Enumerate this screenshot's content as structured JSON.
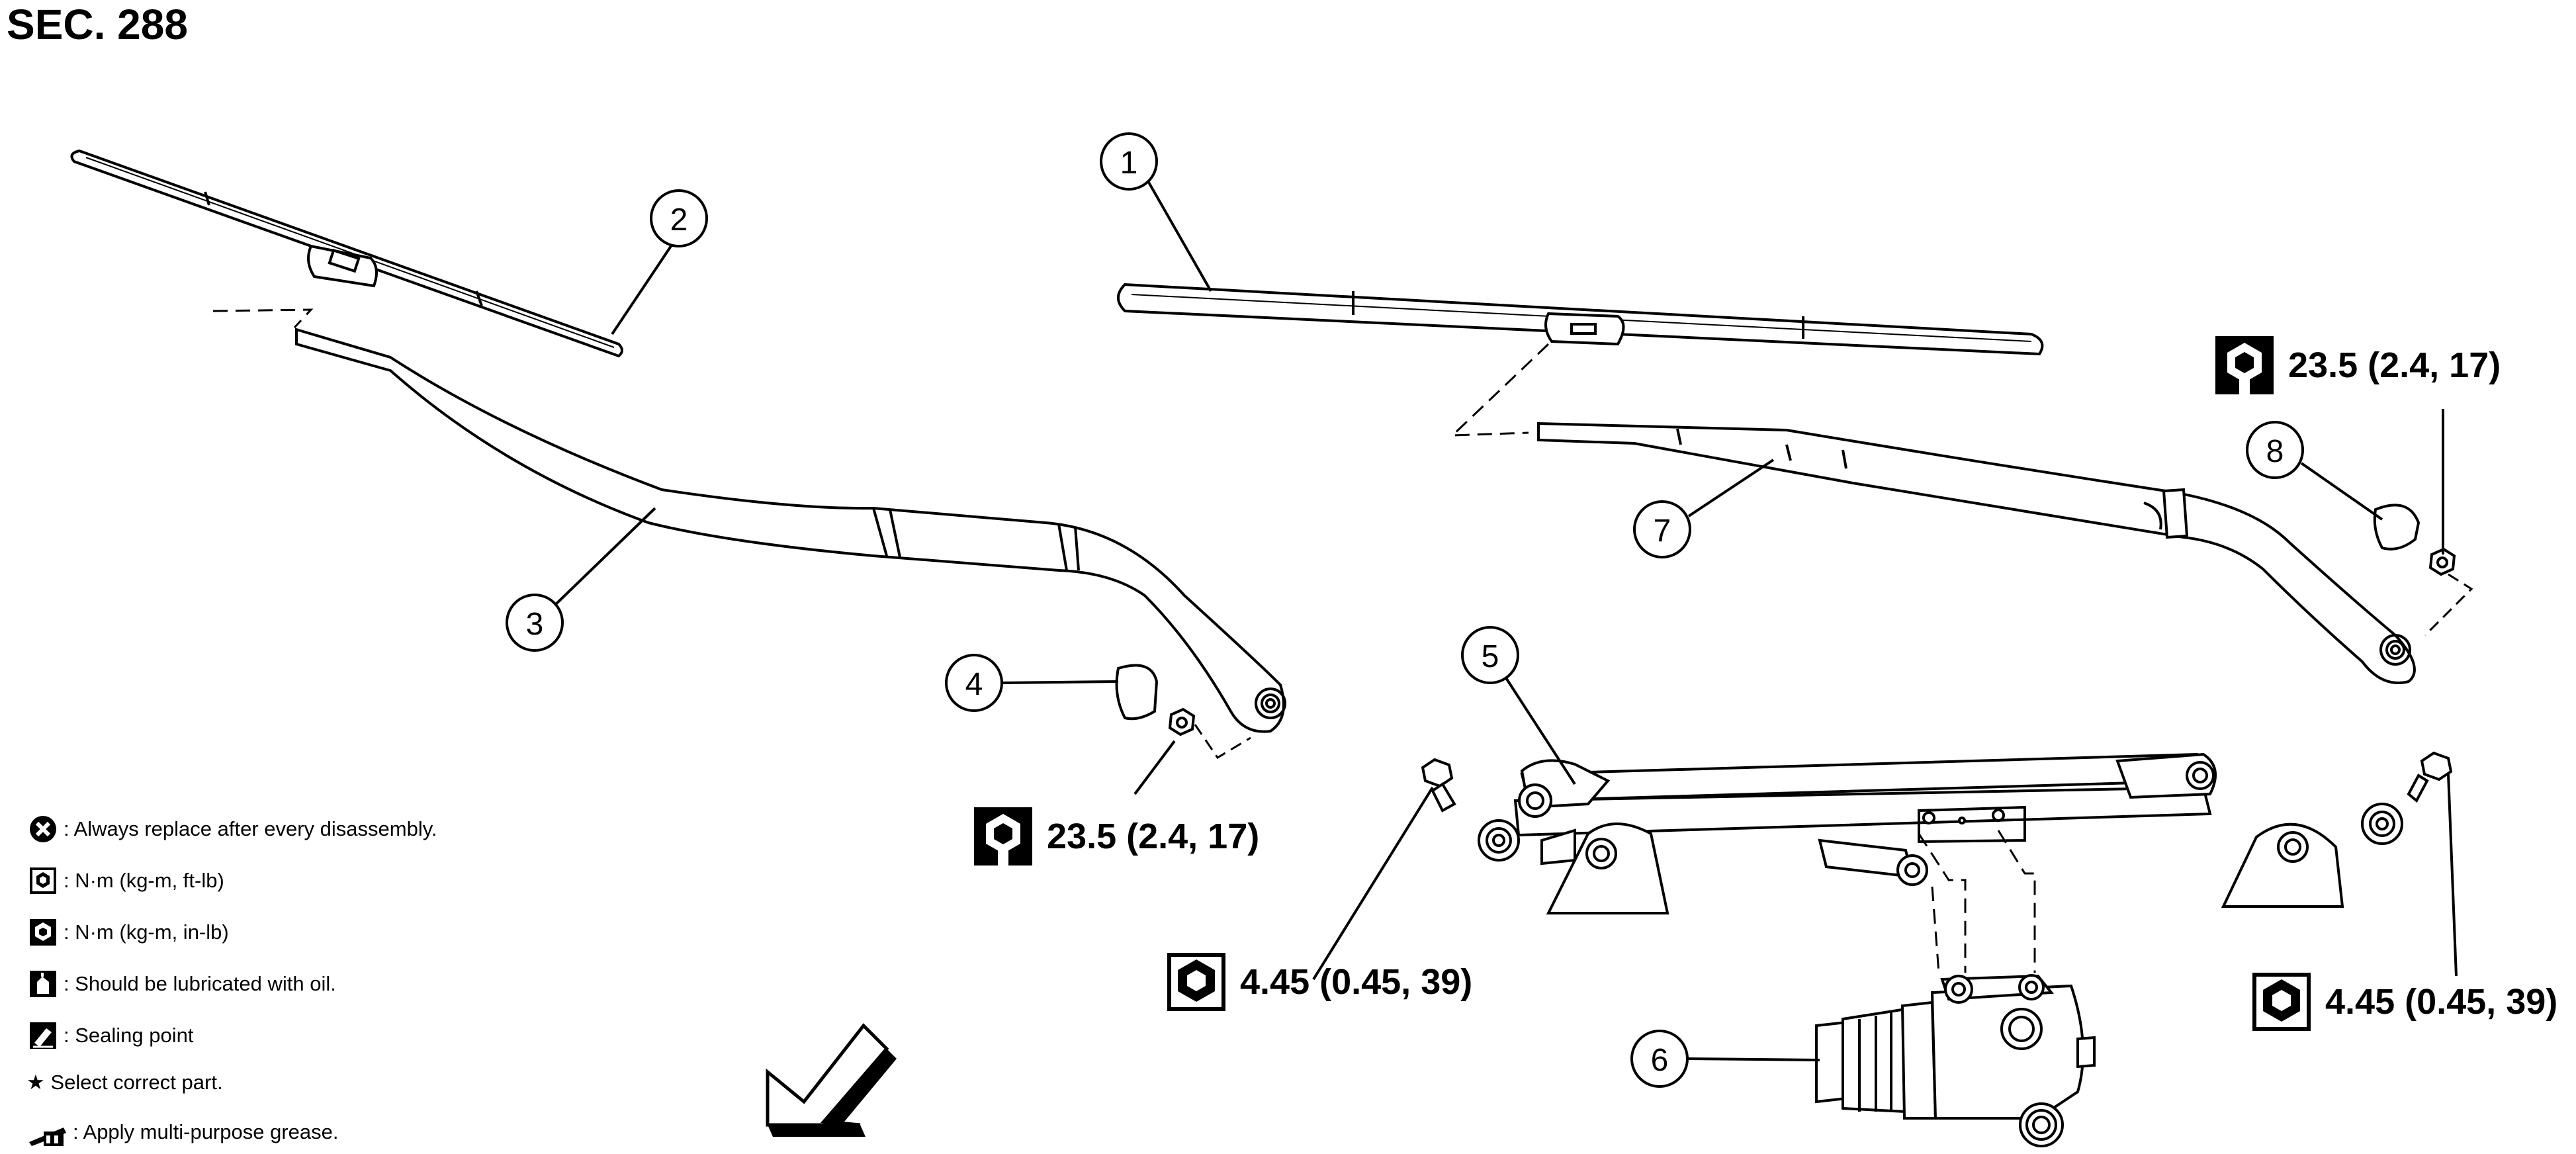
{
  "section_title": "SEC. 288",
  "callouts": [
    "1",
    "2",
    "3",
    "4",
    "5",
    "6",
    "7",
    "8"
  ],
  "torque_specs": {
    "arm_nut_left": "23.5 (2.4, 17)",
    "arm_nut_right": "23.5 (2.4, 17)",
    "linkage_bolt_left": "4.45 (0.45, 39)",
    "linkage_bolt_right": "4.45 (0.45, 39)"
  },
  "legend": [
    {
      "icon": "always-replace-icon",
      "text": ": Always replace after every disassembly."
    },
    {
      "icon": "torque-nm-kgm-ftlb-icon",
      "text": ": N·m (kg-m, ft-lb)"
    },
    {
      "icon": "torque-nm-kgm-inlb-icon",
      "text": ": N·m (kg-m, in-lb)"
    },
    {
      "icon": "oil-can-icon",
      "text": ": Should be lubricated with oil."
    },
    {
      "icon": "sealant-icon",
      "text": ": Sealing point"
    },
    {
      "icon": "star-icon",
      "text": "★ Select correct part."
    },
    {
      "icon": "grease-icon",
      "text": ": Apply multi-purpose grease."
    }
  ],
  "colors": {
    "line": "#000000",
    "background": "#ffffff"
  }
}
